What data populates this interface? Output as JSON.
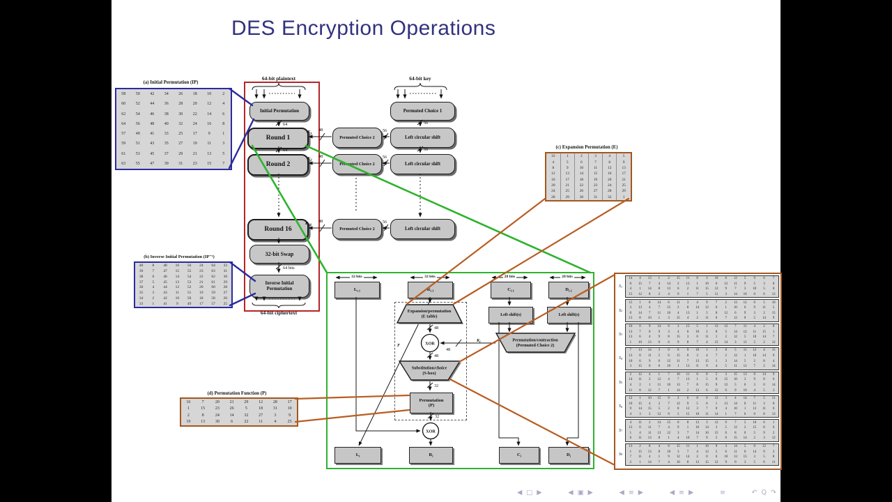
{
  "slide": {
    "title": "DES Encryption Operations"
  },
  "flow": {
    "plaintext_label": "64-bit plaintext",
    "key_label": "64-bit key",
    "ciphertext_label": "64-bit ciphertext",
    "initial_permutation": "Initial Permutation",
    "round1": "Round 1",
    "round2": "Round 2",
    "round16": "Round 16",
    "swap": "32-bit Swap",
    "inverse_ip_line1": "Inverse Initial",
    "inverse_ip_line2": "Permutation",
    "permuted_choice1": "Permuted Choice 1",
    "permuted_choice2": "Permuted Choice 2",
    "left_circular_shift": "Left circular shift",
    "k": "K",
    "k1_sub": "1",
    "k2_sub": "2",
    "k16_sub": "16",
    "b64": "64",
    "b56": "56",
    "b48": "48",
    "b64bits": "64 bits"
  },
  "round": {
    "b32bits": "32 bits",
    "b28bits": "28 bits",
    "b48": "48",
    "b32": "32",
    "L": "L",
    "R": "R",
    "C": "C",
    "D": "D",
    "im1": "i-1",
    "i": "i",
    "f": "F",
    "xor": "XOR",
    "expansion_l1": "Expansion/permutation",
    "expansion_l2": "(E table)",
    "sbox_l1": "Substitution/choice",
    "sbox_l2": "(S-box)",
    "perm_l1": "Permutation",
    "perm_l2": "(P)",
    "pc2_l1": "Permutation/contraction",
    "pc2_l2": "(Permuted Choice 2)",
    "left_shifts": "Left shift(s)",
    "Ki_main": "K",
    "Ki_sub": "i"
  },
  "tables": {
    "ip": {
      "caption": "(a) Initial Permutation (IP)",
      "rows": [
        [
          58,
          50,
          42,
          34,
          26,
          18,
          10,
          2
        ],
        [
          60,
          52,
          44,
          36,
          28,
          20,
          12,
          4
        ],
        [
          62,
          54,
          46,
          38,
          30,
          22,
          14,
          6
        ],
        [
          64,
          56,
          48,
          40,
          32,
          24,
          16,
          8
        ],
        [
          57,
          49,
          41,
          33,
          25,
          17,
          9,
          1
        ],
        [
          59,
          51,
          43,
          35,
          27,
          19,
          11,
          3
        ],
        [
          61,
          53,
          45,
          37,
          29,
          21,
          13,
          5
        ],
        [
          63,
          55,
          47,
          39,
          31,
          23,
          15,
          7
        ]
      ]
    },
    "ip_inv": {
      "caption": "(b) Inverse Initial Permutation (IP⁻¹)",
      "rows": [
        [
          40,
          8,
          48,
          16,
          56,
          24,
          64,
          32
        ],
        [
          39,
          7,
          47,
          15,
          55,
          23,
          63,
          31
        ],
        [
          38,
          6,
          46,
          14,
          54,
          22,
          62,
          30
        ],
        [
          37,
          5,
          45,
          13,
          53,
          21,
          61,
          29
        ],
        [
          36,
          4,
          44,
          12,
          52,
          20,
          60,
          28
        ],
        [
          35,
          3,
          43,
          11,
          51,
          19,
          59,
          27
        ],
        [
          34,
          2,
          42,
          10,
          50,
          18,
          58,
          26
        ],
        [
          33,
          1,
          41,
          9,
          49,
          17,
          57,
          25
        ]
      ]
    },
    "e": {
      "caption": "(c) Expansion Permutation (E)",
      "rows": [
        [
          32,
          1,
          2,
          3,
          4,
          5
        ],
        [
          4,
          5,
          6,
          7,
          8,
          9
        ],
        [
          8,
          9,
          10,
          11,
          12,
          13
        ],
        [
          12,
          13,
          14,
          15,
          16,
          17
        ],
        [
          16,
          17,
          18,
          19,
          20,
          21
        ],
        [
          20,
          21,
          22,
          23,
          24,
          25
        ],
        [
          24,
          25,
          26,
          27,
          28,
          29
        ],
        [
          28,
          29,
          30,
          31,
          32,
          1
        ]
      ]
    },
    "p": {
      "caption": "(d) Permutation Function (P)",
      "rows": [
        [
          16,
          7,
          20,
          21,
          29,
          12,
          28,
          17
        ],
        [
          1,
          15,
          23,
          26,
          5,
          18,
          31,
          10
        ],
        [
          2,
          8,
          24,
          14,
          32,
          27,
          3,
          9
        ],
        [
          19,
          13,
          30,
          6,
          22,
          11,
          4,
          25
        ]
      ]
    },
    "sbox": {
      "labels": [
        {
          "main": "S",
          "sub": "1"
        },
        {
          "main": "S",
          "sub": "2"
        },
        {
          "main": "S",
          "sub": "3"
        },
        {
          "main": "S",
          "sub": "4"
        },
        {
          "main": "S",
          "sub": "5"
        },
        {
          "main": "S",
          "sub": "6"
        },
        {
          "main": "S",
          "sub": "7"
        },
        {
          "main": "S",
          "sub": "8"
        }
      ],
      "blocks": [
        [
          [
            14,
            4,
            13,
            1,
            2,
            15,
            11,
            8,
            3,
            10,
            6,
            12,
            5,
            9,
            0,
            7
          ],
          [
            0,
            15,
            7,
            4,
            14,
            2,
            13,
            1,
            10,
            6,
            12,
            11,
            9,
            5,
            3,
            8
          ],
          [
            4,
            1,
            14,
            8,
            13,
            6,
            2,
            11,
            15,
            12,
            9,
            7,
            3,
            10,
            5,
            0
          ],
          [
            15,
            12,
            8,
            2,
            4,
            9,
            1,
            7,
            5,
            11,
            3,
            14,
            10,
            0,
            6,
            13
          ]
        ],
        [
          [
            15,
            1,
            8,
            14,
            6,
            11,
            3,
            4,
            9,
            7,
            2,
            13,
            12,
            0,
            5,
            10
          ],
          [
            3,
            13,
            4,
            7,
            15,
            2,
            8,
            14,
            12,
            0,
            1,
            10,
            6,
            9,
            11,
            5
          ],
          [
            0,
            14,
            7,
            11,
            10,
            4,
            13,
            1,
            5,
            8,
            12,
            6,
            9,
            3,
            2,
            15
          ],
          [
            13,
            8,
            10,
            1,
            3,
            15,
            4,
            2,
            11,
            6,
            7,
            12,
            0,
            5,
            14,
            9
          ]
        ],
        [
          [
            10,
            0,
            9,
            14,
            6,
            3,
            15,
            5,
            1,
            13,
            12,
            7,
            11,
            4,
            2,
            8
          ],
          [
            13,
            7,
            0,
            9,
            3,
            4,
            6,
            10,
            2,
            8,
            5,
            14,
            12,
            11,
            15,
            1
          ],
          [
            13,
            6,
            4,
            9,
            8,
            15,
            3,
            0,
            11,
            1,
            2,
            12,
            5,
            10,
            14,
            7
          ],
          [
            1,
            10,
            13,
            0,
            6,
            9,
            8,
            7,
            4,
            15,
            14,
            3,
            11,
            5,
            2,
            12
          ]
        ],
        [
          [
            7,
            13,
            14,
            3,
            0,
            6,
            9,
            10,
            1,
            2,
            8,
            5,
            11,
            12,
            4,
            15
          ],
          [
            13,
            8,
            11,
            5,
            6,
            15,
            0,
            3,
            4,
            7,
            2,
            12,
            1,
            10,
            14,
            9
          ],
          [
            10,
            6,
            9,
            0,
            12,
            11,
            7,
            13,
            15,
            1,
            3,
            14,
            5,
            2,
            8,
            4
          ],
          [
            3,
            15,
            0,
            6,
            10,
            1,
            13,
            8,
            9,
            4,
            5,
            11,
            12,
            7,
            2,
            14
          ]
        ],
        [
          [
            2,
            12,
            4,
            1,
            7,
            10,
            11,
            6,
            8,
            5,
            3,
            15,
            13,
            0,
            14,
            9
          ],
          [
            14,
            11,
            2,
            12,
            4,
            7,
            13,
            1,
            5,
            0,
            15,
            10,
            3,
            9,
            8,
            6
          ],
          [
            4,
            2,
            1,
            11,
            10,
            13,
            7,
            8,
            15,
            9,
            12,
            5,
            6,
            3,
            0,
            14
          ],
          [
            11,
            8,
            12,
            7,
            1,
            14,
            2,
            13,
            6,
            15,
            0,
            9,
            10,
            4,
            5,
            3
          ]
        ],
        [
          [
            12,
            1,
            10,
            15,
            9,
            2,
            6,
            8,
            0,
            13,
            3,
            4,
            14,
            7,
            5,
            11
          ],
          [
            10,
            15,
            4,
            2,
            7,
            12,
            9,
            5,
            6,
            1,
            13,
            14,
            0,
            11,
            3,
            8
          ],
          [
            9,
            14,
            15,
            5,
            2,
            8,
            12,
            3,
            7,
            0,
            4,
            10,
            1,
            13,
            11,
            6
          ],
          [
            4,
            3,
            2,
            12,
            9,
            5,
            15,
            10,
            11,
            14,
            1,
            7,
            6,
            0,
            8,
            13
          ]
        ],
        [
          [
            4,
            11,
            2,
            14,
            15,
            0,
            8,
            13,
            3,
            12,
            9,
            7,
            5,
            10,
            6,
            1
          ],
          [
            13,
            0,
            11,
            7,
            4,
            9,
            1,
            10,
            14,
            3,
            5,
            12,
            2,
            15,
            8,
            6
          ],
          [
            1,
            4,
            11,
            13,
            12,
            3,
            7,
            14,
            10,
            15,
            6,
            8,
            0,
            5,
            9,
            2
          ],
          [
            6,
            11,
            13,
            8,
            1,
            4,
            10,
            7,
            9,
            5,
            0,
            15,
            14,
            2,
            3,
            12
          ]
        ],
        [
          [
            13,
            2,
            8,
            4,
            6,
            15,
            11,
            1,
            10,
            9,
            3,
            14,
            5,
            0,
            12,
            7
          ],
          [
            1,
            15,
            13,
            8,
            10,
            3,
            7,
            4,
            12,
            5,
            6,
            11,
            0,
            14,
            9,
            2
          ],
          [
            7,
            11,
            4,
            1,
            9,
            12,
            14,
            2,
            0,
            6,
            10,
            13,
            15,
            3,
            5,
            8
          ],
          [
            2,
            1,
            14,
            7,
            4,
            10,
            8,
            13,
            15,
            12,
            9,
            0,
            3,
            5,
            6,
            11
          ]
        ]
      ]
    }
  },
  "nav": {
    "groups": [
      [
        "◀",
        "□",
        "▶"
      ],
      [
        "◀",
        "▣",
        "▶"
      ],
      [
        "◀",
        "≡",
        "▶"
      ],
      [
        "◀",
        "≡",
        "▶"
      ],
      [
        "≡"
      ],
      [
        "↶",
        "Q",
        "↷"
      ]
    ]
  }
}
